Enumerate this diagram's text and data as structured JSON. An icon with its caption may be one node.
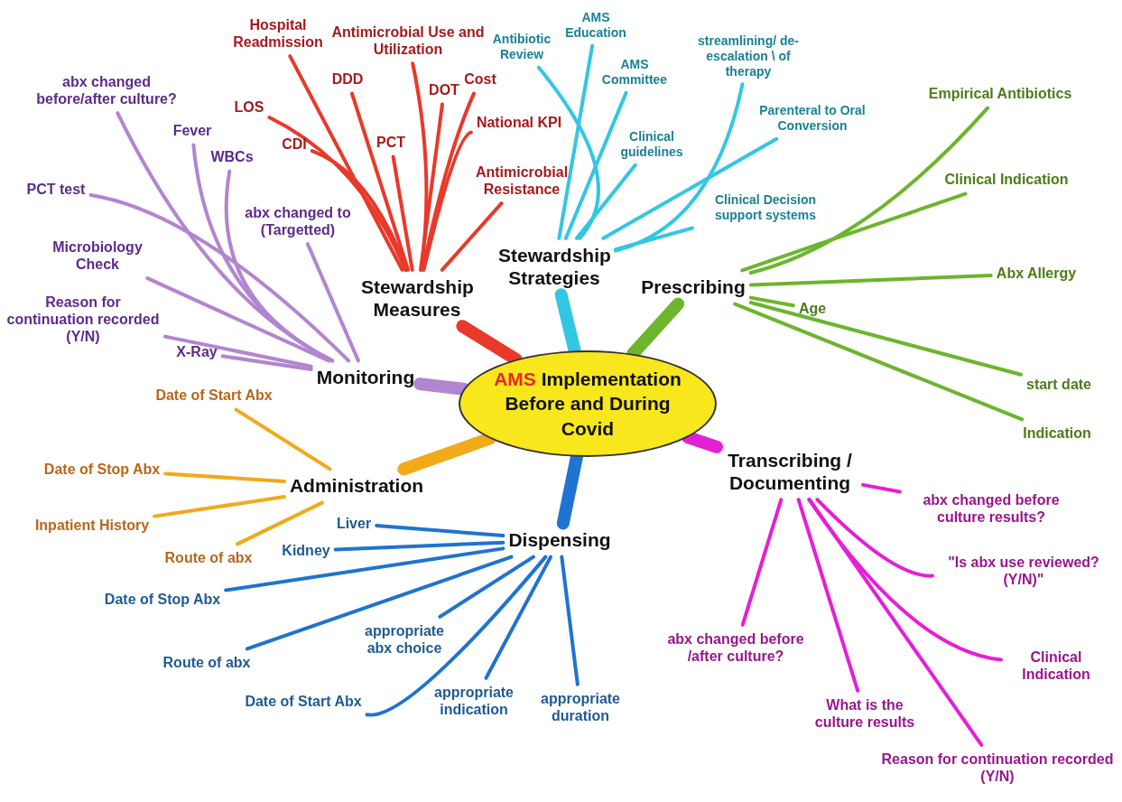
{
  "diagram": {
    "nodes": [
      {
        "text": [
          "AMS",
          "Implementation Before and During Covid"
        ]
      },
      {
        "text": [
          "Stewardship Measures"
        ]
      },
      {
        "text": [
          "Hospital Readmission"
        ]
      },
      {
        "text": [
          "Antimicrobial Use and Utilization"
        ]
      },
      {
        "text": [
          "DDD"
        ]
      },
      {
        "text": [
          "DOT"
        ]
      },
      {
        "text": [
          "Cost"
        ]
      },
      {
        "text": [
          "LOS"
        ]
      },
      {
        "text": [
          "National KPI"
        ]
      },
      {
        "text": [
          "CDI"
        ]
      },
      {
        "text": [
          "PCT"
        ]
      },
      {
        "text": [
          "Antimicrobial Resistance"
        ]
      },
      {
        "text": [
          "Stewardship Strategies"
        ]
      },
      {
        "text": [
          "Antibiotic Review"
        ]
      },
      {
        "text": [
          "AMS Education"
        ]
      },
      {
        "text": [
          "AMS Committee"
        ]
      },
      {
        "text": [
          "streamlining/ de-escalation \\ of therapy"
        ]
      },
      {
        "text": [
          "Parenteral to Oral Conversion"
        ]
      },
      {
        "text": [
          "Clinical guidelines"
        ]
      },
      {
        "text": [
          "Clinical Decision support systems"
        ]
      },
      {
        "text": [
          "Prescribing"
        ]
      },
      {
        "text": [
          "Empirical Antibiotics"
        ]
      },
      {
        "text": [
          "Clinical Indication"
        ]
      },
      {
        "text": [
          "Age"
        ]
      },
      {
        "text": [
          "Abx Allergy"
        ]
      },
      {
        "text": [
          "start date"
        ]
      },
      {
        "text": [
          "Indication"
        ]
      },
      {
        "text": [
          "Transcribing / Documenting"
        ]
      },
      {
        "text": [
          "abx changed before culture results?"
        ]
      },
      {
        "text": [
          "\"Is abx use reviewed?(Y/N)\""
        ]
      },
      {
        "text": [
          "abx changed before /after culture?"
        ]
      },
      {
        "text": [
          "Clinical Indication"
        ]
      },
      {
        "text": [
          "What is the culture results"
        ]
      },
      {
        "text": [
          "Reason for continuation recorded (Y/N)"
        ]
      },
      {
        "text": [
          "Dispensing"
        ]
      },
      {
        "text": [
          "Liver"
        ]
      },
      {
        "text": [
          "Kidney"
        ]
      },
      {
        "text": [
          "Date of Stop Abx"
        ]
      },
      {
        "text": [
          "appropriate abx choice"
        ]
      },
      {
        "text": [
          "Route of abx"
        ]
      },
      {
        "text": [
          "Date of Start Abx"
        ]
      },
      {
        "text": [
          "appropriate indication"
        ]
      },
      {
        "text": [
          "appropriate duration"
        ]
      },
      {
        "text": [
          "Administration"
        ]
      },
      {
        "text": [
          "Date of Start Abx"
        ]
      },
      {
        "text": [
          "Date of Stop Abx"
        ]
      },
      {
        "text": [
          "Inpatient History"
        ]
      },
      {
        "text": [
          "Route of abx"
        ]
      },
      {
        "text": [
          "Monitoring"
        ]
      },
      {
        "text": [
          "abx changed before/after culture?"
        ]
      },
      {
        "text": [
          "Fever"
        ]
      },
      {
        "text": [
          "WBCs"
        ]
      },
      {
        "text": [
          "PCT test"
        ]
      },
      {
        "text": [
          "abx changed to (Targetted)"
        ]
      },
      {
        "text": [
          "Microbiology Check"
        ]
      },
      {
        "text": [
          "Reason for continuation recorded (Y/N)"
        ]
      },
      {
        "text": [
          "X-Ray"
        ]
      }
    ],
    "edges": [
      {
        "from": 0,
        "to": 1,
        "arrow": "none",
        "style": "thick",
        "color": "#e8392a"
      },
      {
        "from": 0,
        "to": 12,
        "arrow": "none",
        "style": "thick",
        "color": "#33c6e3"
      },
      {
        "from": 0,
        "to": 20,
        "arrow": "none",
        "style": "thick",
        "color": "#6cb52d"
      },
      {
        "from": 0,
        "to": 27,
        "arrow": "none",
        "style": "thick",
        "color": "#e51fd6"
      },
      {
        "from": 0,
        "to": 34,
        "arrow": "none",
        "style": "thick",
        "color": "#1f73d1"
      },
      {
        "from": 0,
        "to": 43,
        "arrow": "none",
        "style": "thick",
        "color": "#f2a91a"
      },
      {
        "from": 0,
        "to": 48,
        "arrow": "none",
        "style": "thick",
        "color": "#b285d0"
      },
      {
        "from": 1,
        "to": 2,
        "arrow": "none",
        "color": "#e8392a"
      },
      {
        "from": 1,
        "to": 3,
        "arrow": "none",
        "color": "#e8392a"
      },
      {
        "from": 1,
        "to": 4,
        "arrow": "none",
        "color": "#e8392a"
      },
      {
        "from": 1,
        "to": 5,
        "arrow": "none",
        "color": "#e8392a"
      },
      {
        "from": 1,
        "to": 6,
        "arrow": "none",
        "color": "#e8392a"
      },
      {
        "from": 1,
        "to": 7,
        "arrow": "none",
        "color": "#e8392a"
      },
      {
        "from": 1,
        "to": 8,
        "arrow": "none",
        "color": "#e8392a"
      },
      {
        "from": 1,
        "to": 9,
        "arrow": "none",
        "color": "#e8392a"
      },
      {
        "from": 1,
        "to": 10,
        "arrow": "none",
        "color": "#e8392a"
      },
      {
        "from": 1,
        "to": 11,
        "arrow": "none",
        "color": "#e8392a"
      },
      {
        "from": 12,
        "to": 13,
        "arrow": "none",
        "color": "#33c6e3"
      },
      {
        "from": 12,
        "to": 14,
        "arrow": "none",
        "color": "#33c6e3"
      },
      {
        "from": 12,
        "to": 15,
        "arrow": "none",
        "color": "#33c6e3"
      },
      {
        "from": 12,
        "to": 16,
        "arrow": "none",
        "color": "#33c6e3"
      },
      {
        "from": 12,
        "to": 17,
        "arrow": "none",
        "color": "#33c6e3"
      },
      {
        "from": 12,
        "to": 18,
        "arrow": "none",
        "color": "#33c6e3"
      },
      {
        "from": 12,
        "to": 19,
        "arrow": "none",
        "color": "#33c6e3"
      },
      {
        "from": 20,
        "to": 21,
        "arrow": "none",
        "color": "#6cb52d"
      },
      {
        "from": 20,
        "to": 22,
        "arrow": "none",
        "color": "#6cb52d"
      },
      {
        "from": 20,
        "to": 23,
        "arrow": "none",
        "color": "#6cb52d"
      },
      {
        "from": 20,
        "to": 24,
        "arrow": "none",
        "color": "#6cb52d"
      },
      {
        "from": 20,
        "to": 25,
        "arrow": "none",
        "color": "#6cb52d"
      },
      {
        "from": 20,
        "to": 26,
        "arrow": "none",
        "color": "#6cb52d"
      },
      {
        "from": 27,
        "to": 28,
        "arrow": "none",
        "color": "#e51fd6"
      },
      {
        "from": 27,
        "to": 29,
        "arrow": "none",
        "color": "#e51fd6"
      },
      {
        "from": 27,
        "to": 30,
        "arrow": "none",
        "color": "#e51fd6"
      },
      {
        "from": 27,
        "to": 31,
        "arrow": "none",
        "color": "#e51fd6"
      },
      {
        "from": 27,
        "to": 32,
        "arrow": "none",
        "color": "#e51fd6"
      },
      {
        "from": 27,
        "to": 33,
        "arrow": "none",
        "color": "#e51fd6"
      },
      {
        "from": 34,
        "to": 35,
        "arrow": "none",
        "color": "#1f73d1"
      },
      {
        "from": 34,
        "to": 36,
        "arrow": "none",
        "color": "#1f73d1"
      },
      {
        "from": 34,
        "to": 37,
        "arrow": "none",
        "color": "#1f73d1"
      },
      {
        "from": 34,
        "to": 38,
        "arrow": "none",
        "color": "#1f73d1"
      },
      {
        "from": 34,
        "to": 39,
        "arrow": "none",
        "color": "#1f73d1"
      },
      {
        "from": 34,
        "to": 40,
        "arrow": "none",
        "color": "#1f73d1"
      },
      {
        "from": 34,
        "to": 41,
        "arrow": "none",
        "color": "#1f73d1"
      },
      {
        "from": 34,
        "to": 42,
        "arrow": "none",
        "color": "#1f73d1"
      },
      {
        "from": 43,
        "to": 44,
        "arrow": "none",
        "color": "#f2a91a"
      },
      {
        "from": 43,
        "to": 45,
        "arrow": "none",
        "color": "#f2a91a"
      },
      {
        "from": 43,
        "to": 46,
        "arrow": "none",
        "color": "#f2a91a"
      },
      {
        "from": 43,
        "to": 47,
        "arrow": "none",
        "color": "#f2a91a"
      },
      {
        "from": 48,
        "to": 49,
        "arrow": "none",
        "color": "#b285d0"
      },
      {
        "from": 48,
        "to": 50,
        "arrow": "none",
        "color": "#b285d0"
      },
      {
        "from": 48,
        "to": 51,
        "arrow": "none",
        "color": "#b285d0"
      },
      {
        "from": 48,
        "to": 52,
        "arrow": "none",
        "color": "#b285d0"
      },
      {
        "from": 48,
        "to": 53,
        "arrow": "none",
        "color": "#b285d0"
      },
      {
        "from": 48,
        "to": 54,
        "arrow": "none",
        "color": "#b285d0"
      },
      {
        "from": 48,
        "to": 55,
        "arrow": "none",
        "color": "#b285d0"
      },
      {
        "from": 48,
        "to": 56,
        "arrow": "none",
        "color": "#b285d0"
      }
    ]
  }
}
